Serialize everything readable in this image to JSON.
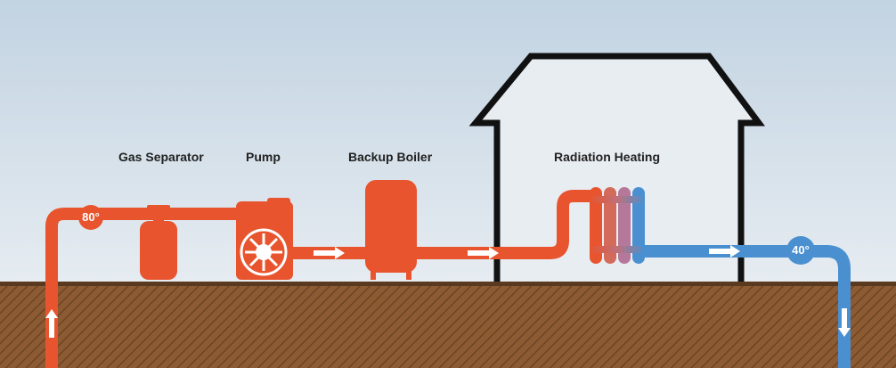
{
  "labels": {
    "gas_separator": "Gas Separator",
    "pump": "Pump",
    "backup_boiler": "Backup Boiler",
    "radiation_heating": "Radiation Heating"
  },
  "temperatures": {
    "hot": "80°",
    "cold": "40°"
  },
  "colors": {
    "hot_pipe": "#e8542e",
    "cold_pipe": "#4a90d0",
    "sky_top": "#c2d3e2",
    "sky_bottom": "#e6ecf1",
    "ground": "#8a5a32",
    "house_outline": "#111111",
    "house_fill": "#e8edf2"
  }
}
